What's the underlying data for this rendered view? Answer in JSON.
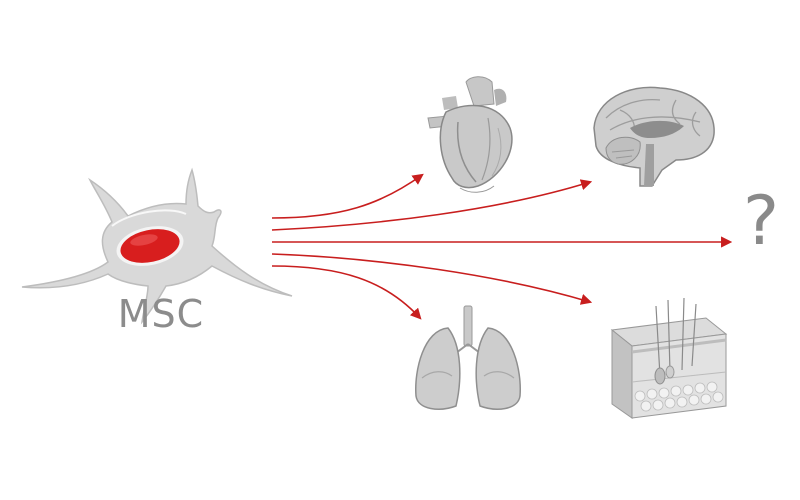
{
  "cell": {
    "label": "MSC",
    "nucleus_color": "#d81e1e",
    "body_color": "#d9d9d9"
  },
  "arrows": {
    "color": "#c81e1e",
    "count": 5
  },
  "targets": [
    {
      "name": "heart",
      "icon": "heart-icon"
    },
    {
      "name": "brain",
      "icon": "brain-icon"
    },
    {
      "name": "unknown",
      "icon": "question-mark-icon",
      "text": "?"
    },
    {
      "name": "lungs",
      "icon": "lungs-icon"
    },
    {
      "name": "skin",
      "icon": "skin-tissue-icon"
    }
  ]
}
